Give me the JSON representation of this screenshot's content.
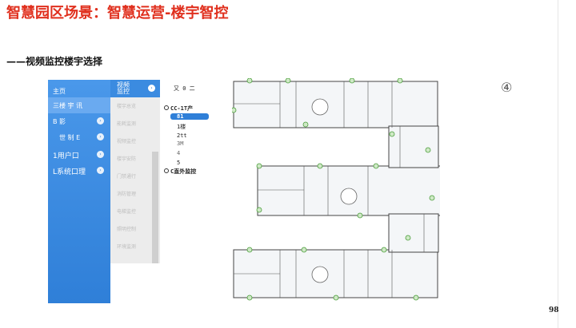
{
  "slide": {
    "title": "智慧园区场景：智慧运营-楼宇智控",
    "subtitle": "——视频监控楼宇选择",
    "badge": "④",
    "page_number": "98"
  },
  "nav": {
    "items": [
      {
        "label": "主页"
      },
      {
        "label": "三楼 宇 讯"
      },
      {
        "label": "B  影"
      },
      {
        "label": "世 制 E"
      },
      {
        "label": "1用户口"
      },
      {
        "label": "L系统口理"
      }
    ]
  },
  "subnav": {
    "header": "视频\n监控",
    "items": [
      "楼宇总览",
      "能耗监测",
      "视频监控",
      "楼宇安防",
      "门禁通行",
      "消防管理",
      "电梯监控",
      "照明控制",
      "环境监测"
    ]
  },
  "tree": {
    "header": "又 0 二",
    "group": "CC-1T产",
    "selected": "81",
    "items": [
      "1楼",
      "2tt",
      "3M",
      "4",
      "5"
    ],
    "footer": "C直外监控"
  }
}
